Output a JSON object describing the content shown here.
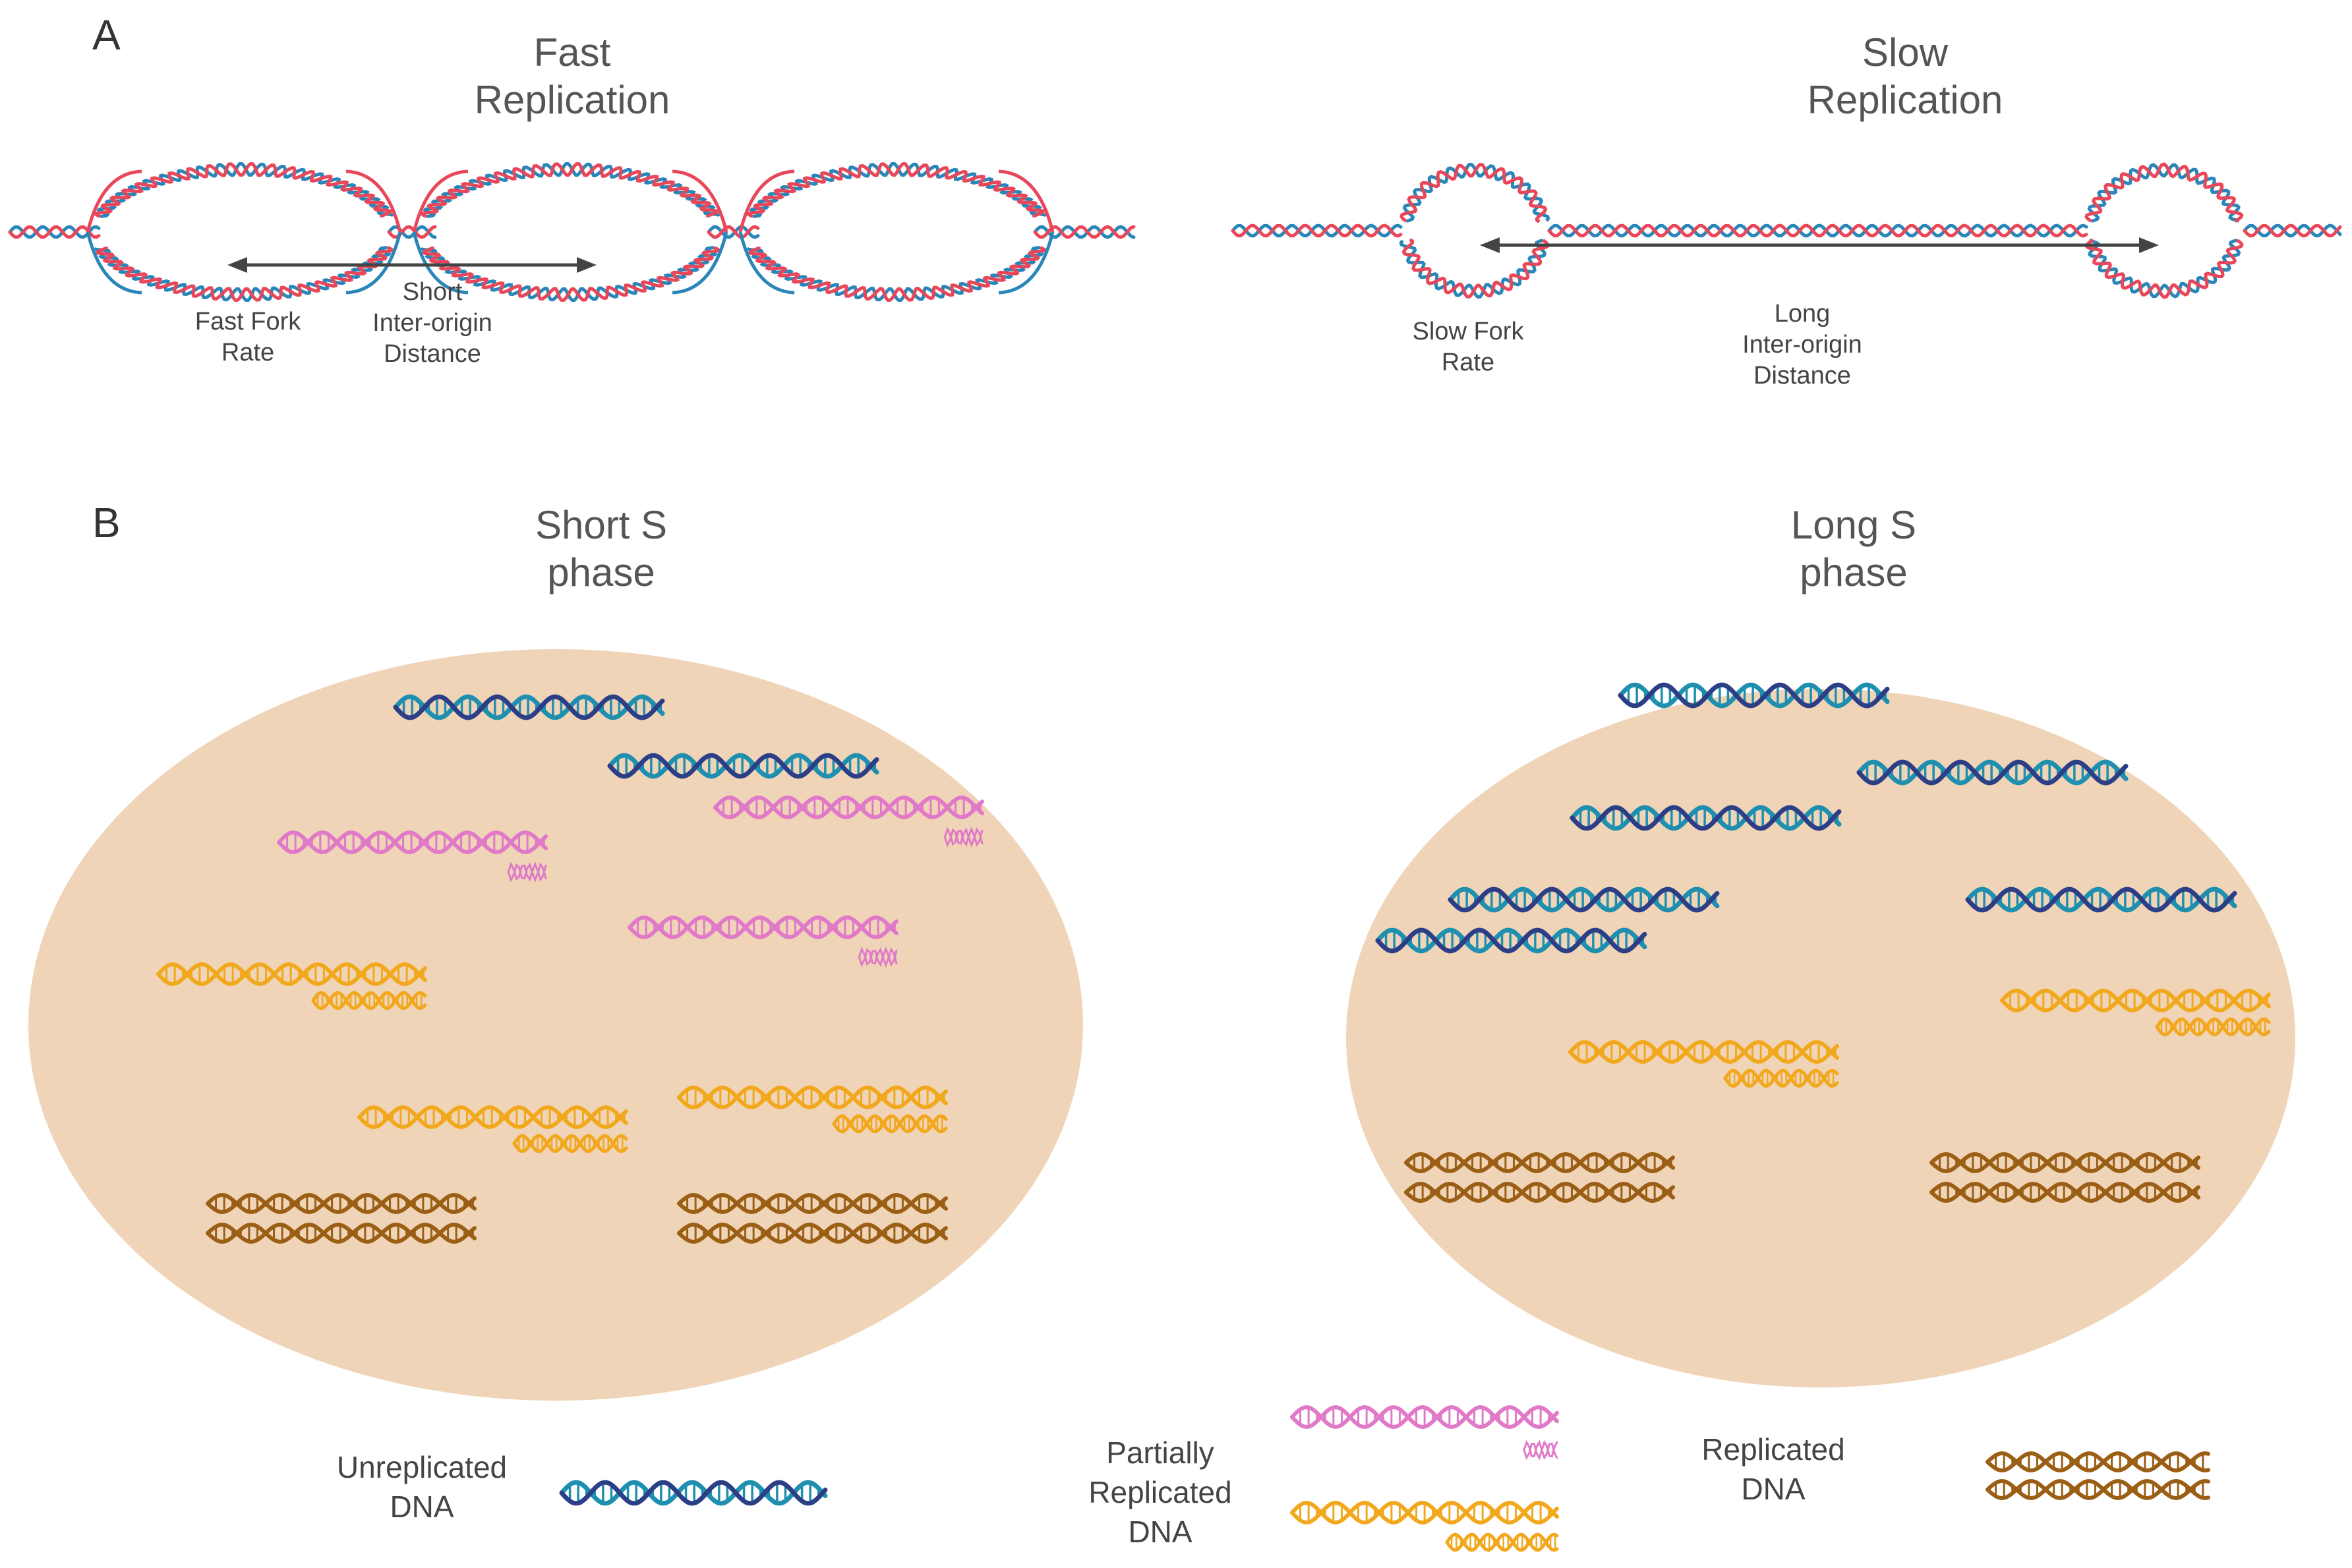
{
  "panel_a": {
    "letter": "A",
    "fast": {
      "title_line1": "Fast",
      "title_line2": "Replication",
      "fork_label_line1": "Fast Fork",
      "fork_label_line2": "Rate",
      "distance_line1": "Short",
      "distance_line2": "Inter-origin",
      "distance_line3": "Distance"
    },
    "slow": {
      "title_line1": "Slow",
      "title_line2": "Replication",
      "fork_label_line1": "Slow Fork",
      "fork_label_line2": "Rate",
      "distance_line1": "Long",
      "distance_line2": "Inter-origin",
      "distance_line3": "Distance"
    }
  },
  "panel_b": {
    "letter": "B",
    "short": {
      "title_line1": "Short S",
      "title_line2": "phase"
    },
    "long": {
      "title_line1": "Long S",
      "title_line2": "phase"
    }
  },
  "legend": {
    "unreplicated_line1": "Unreplicated",
    "unreplicated_line2": "DNA",
    "partial_line1": "Partially",
    "partial_line2": "Replicated",
    "partial_line3": "DNA",
    "replicated_line1": "Replicated",
    "replicated_line2": "DNA"
  },
  "colors": {
    "strand_red": "#e8475a",
    "strand_blue": "#2a86b8",
    "nucleus_fill": "#f0d4b8",
    "unreplicated_dark": "#2c3e86",
    "unreplicated_teal": "#1f8fb0",
    "partial_pink": "#e07ac8",
    "partial_orange": "#f2a81d",
    "replicated_brown": "#9a5f14",
    "arrow": "#444444"
  }
}
